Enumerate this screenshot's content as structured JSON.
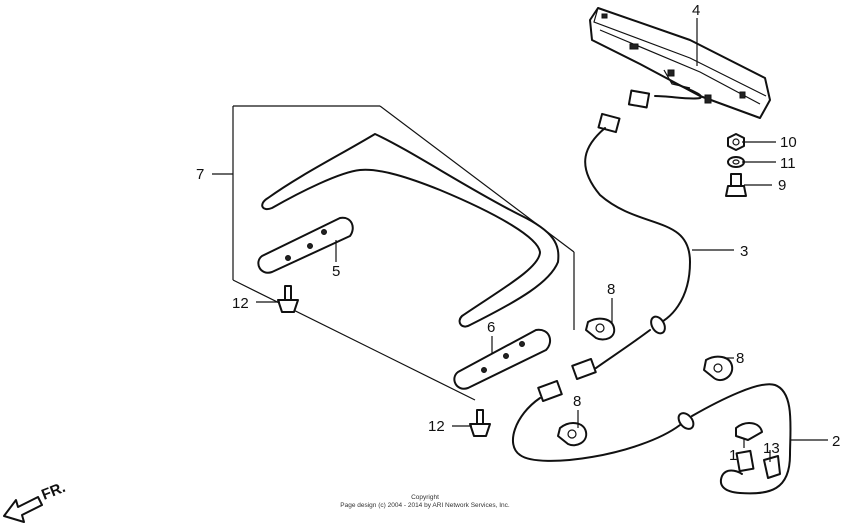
{
  "callouts": [
    {
      "id": "c4",
      "text": "4"
    },
    {
      "id": "c10",
      "text": "10"
    },
    {
      "id": "c11",
      "text": "11"
    },
    {
      "id": "c9",
      "text": "9"
    },
    {
      "id": "c7",
      "text": "7"
    },
    {
      "id": "c3",
      "text": "3"
    },
    {
      "id": "c5",
      "text": "5"
    },
    {
      "id": "c12a",
      "text": "12"
    },
    {
      "id": "c8a",
      "text": "8"
    },
    {
      "id": "c6",
      "text": "6"
    },
    {
      "id": "c8b",
      "text": "8"
    },
    {
      "id": "c8c",
      "text": "8"
    },
    {
      "id": "c12b",
      "text": "12"
    },
    {
      "id": "c2",
      "text": "2"
    },
    {
      "id": "c13",
      "text": "13"
    },
    {
      "id": "c1",
      "text": "1"
    }
  ],
  "direction_label": "FR.",
  "copyright": {
    "line1": "Copyright",
    "line2": "Page design (c) 2004 - 2014 by ARI Network Services, Inc."
  }
}
